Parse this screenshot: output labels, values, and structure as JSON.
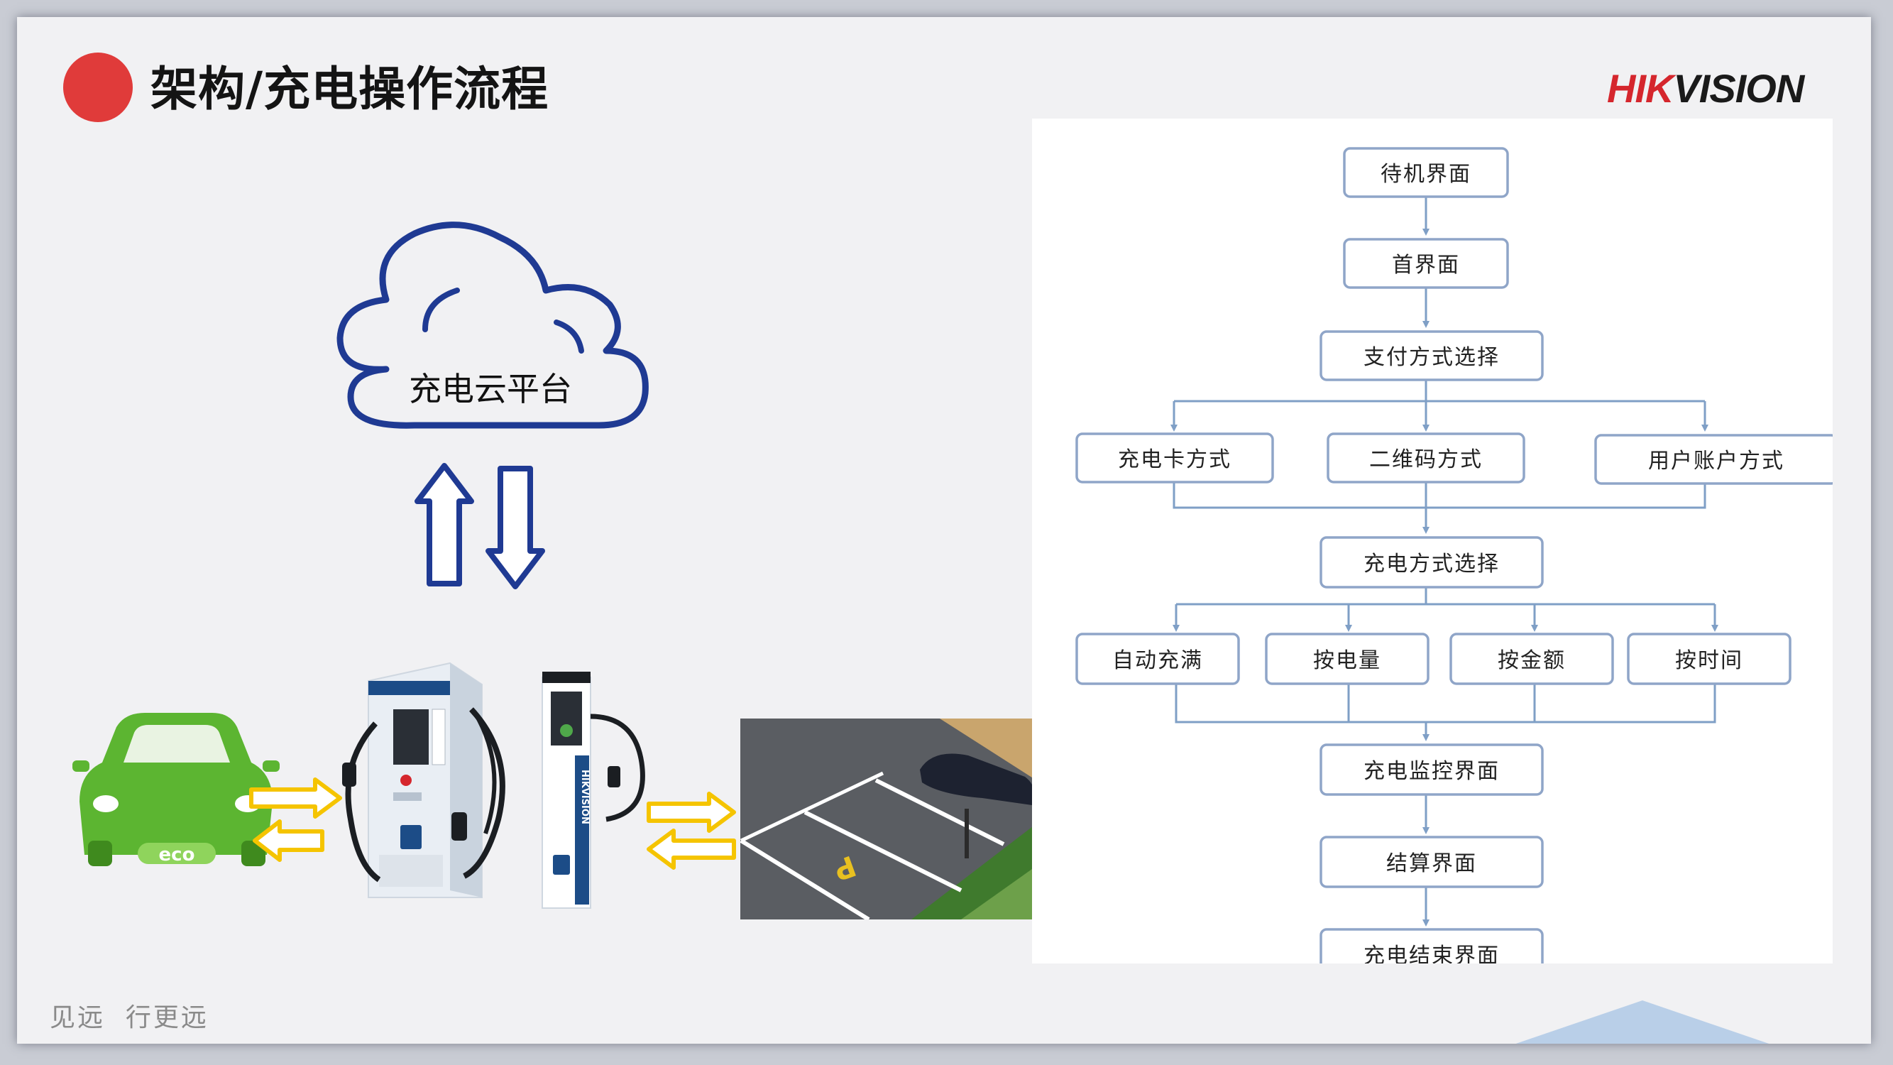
{
  "slide": {
    "title": "架构/充电操作流程",
    "logo_red": "HIK",
    "logo_dark": "VISION",
    "footer": "见远  行更远"
  },
  "architecture": {
    "cloud_label": "充电云平台",
    "car_badge": "eco",
    "charger_brand": "HIKVISION",
    "parking_marking": "P"
  },
  "flowchart": {
    "standby": "待机界面",
    "home": "首界面",
    "payment_select": "支付方式选择",
    "payment_options": [
      "充电卡方式",
      "二维码方式",
      "用户账户方式"
    ],
    "charge_mode_select": "充电方式选择",
    "charge_modes": [
      "自动充满",
      "按电量",
      "按金额",
      "按时间"
    ],
    "monitor": "充电监控界面",
    "settlement": "结算界面",
    "finish": "充电结束界面"
  },
  "colors": {
    "title_dot": "#e03b3a",
    "logo_red": "#d5262d",
    "cloud_stroke": "#1f3a93",
    "flow_line": "#7f9fc6",
    "box_border": "#8fa5c8",
    "car_green": "#5cb531",
    "exchange_arrow": "#f5c400"
  }
}
